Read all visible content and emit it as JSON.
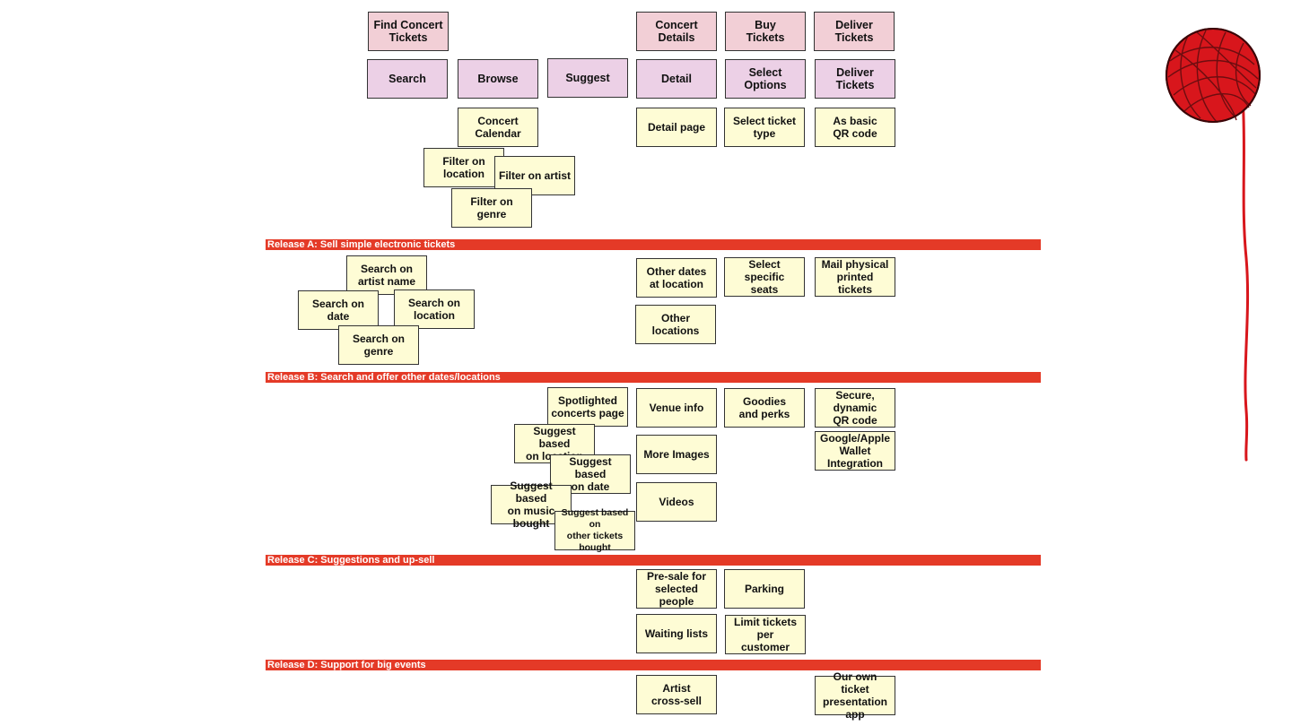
{
  "activities": [
    {
      "id": "find",
      "label": "Find Concert\nTickets"
    },
    {
      "id": "details",
      "label": "Concert\nDetails"
    },
    {
      "id": "buy",
      "label": "Buy\nTickets"
    },
    {
      "id": "deliver",
      "label": "Deliver\nTickets"
    }
  ],
  "tasks": [
    {
      "id": "search",
      "label": "Search"
    },
    {
      "id": "browse",
      "label": "Browse"
    },
    {
      "id": "suggest",
      "label": "Suggest"
    },
    {
      "id": "detail",
      "label": "Detail"
    },
    {
      "id": "select-options",
      "label": "Select\nOptions"
    },
    {
      "id": "deliver",
      "label": "Deliver\nTickets"
    }
  ],
  "releases": [
    {
      "id": "a",
      "label": "Release A: Sell simple electronic tickets"
    },
    {
      "id": "b",
      "label": "Release B: Search and offer other dates/locations"
    },
    {
      "id": "c",
      "label": "Release C: Suggestions and up-sell"
    },
    {
      "id": "d",
      "label": "Release D: Support for big events"
    }
  ],
  "stories": {
    "concert_calendar": "Concert\nCalendar",
    "filter_location": "Filter on\nlocation",
    "filter_artist": "Filter on artist",
    "filter_genre": "Filter on genre",
    "detail_page": "Detail page",
    "select_ticket_type": "Select ticket\ntype",
    "basic_qr": "As basic\nQR code",
    "search_artist": "Search on\nartist name",
    "search_date": "Search on\ndate",
    "search_location": "Search on\nlocation",
    "search_genre": "Search on\ngenre",
    "other_dates": "Other dates\nat location",
    "other_locations": "Other\nlocations",
    "select_seats": "Select specific\nseats",
    "mail_printed": "Mail physical\nprinted\ntickets",
    "spotlighted": "Spotlighted\nconcerts page",
    "suggest_location": "Suggest based\non location",
    "suggest_date": "Suggest based\non date",
    "suggest_music": "Suggest based\non music\nbought",
    "suggest_other_tickets": "Suggest based on\nother tickets\nbought",
    "venue_info": "Venue info",
    "more_images": "More Images",
    "videos": "Videos",
    "goodies": "Goodies\nand perks",
    "secure_qr": "Secure,\ndynamic\nQR code",
    "wallet": "Google/Apple\nWallet\nIntegration",
    "presale": "Pre-sale for\nselected people",
    "waiting_lists": "Waiting lists",
    "parking": "Parking",
    "limit_tickets": "Limit tickets per\ncustomer",
    "artist_crosssell": "Artist\ncross-sell",
    "own_app": "Our own ticket\npresentation\napp"
  },
  "colors": {
    "activity": "#f2cfd6",
    "task": "#ecd0e6",
    "story": "#fefcd5",
    "release_bar": "#e43a27",
    "yarn": "#d8161c"
  },
  "decoration": {
    "icon": "yarn-ball-icon"
  }
}
